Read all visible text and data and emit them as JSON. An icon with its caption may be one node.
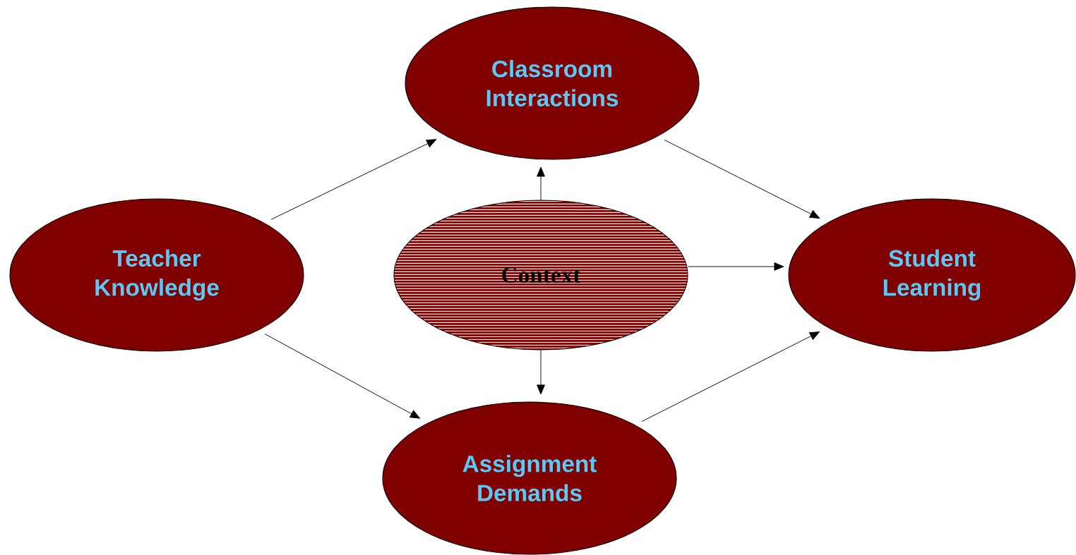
{
  "diagram": {
    "nodes": [
      {
        "text": [
          "Classroom Interactions"
        ]
      },
      {
        "text": [
          "Teacher Knowledge"
        ]
      },
      {
        "text": [
          "Context"
        ]
      },
      {
        "text": [
          "Student Learning"
        ]
      },
      {
        "text": [
          "Assignment Demands"
        ]
      }
    ],
    "edges": [
      {
        "from": 1,
        "to": 0,
        "arrow": "to"
      },
      {
        "from": 1,
        "to": 4,
        "arrow": "to"
      },
      {
        "from": 2,
        "to": 0,
        "arrow": "to"
      },
      {
        "from": 2,
        "to": 3,
        "arrow": "to"
      },
      {
        "from": 2,
        "to": 4,
        "arrow": "to"
      },
      {
        "from": 0,
        "to": 3,
        "arrow": "to"
      },
      {
        "from": 4,
        "to": 3,
        "arrow": "to"
      }
    ]
  }
}
